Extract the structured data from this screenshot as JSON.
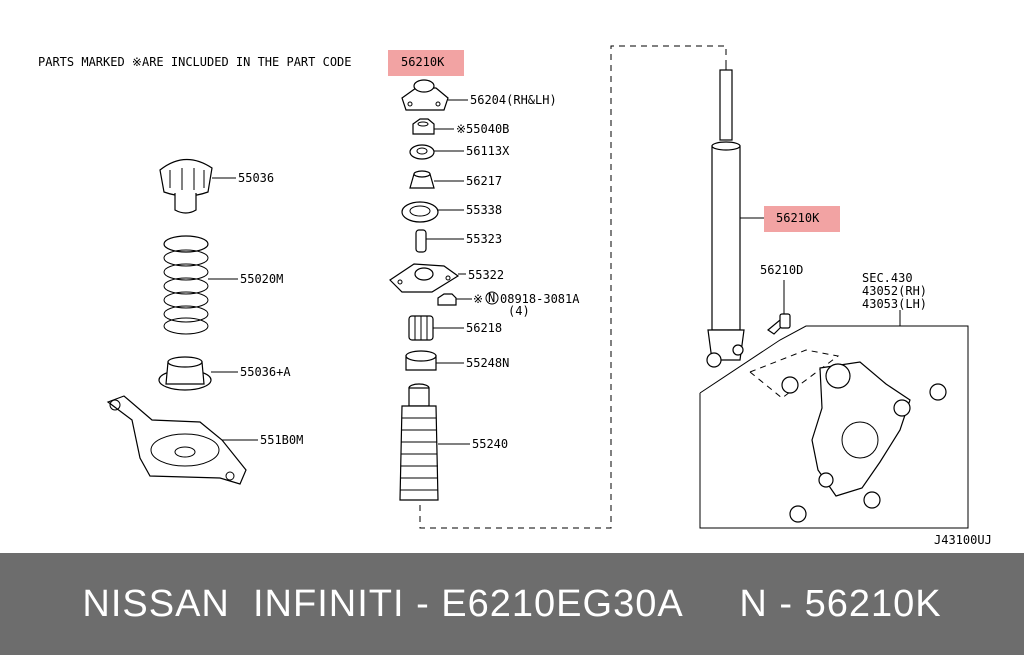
{
  "note": "PARTS MARKED ※ARE INCLUDED IN THE PART CODE",
  "note_code": "56210K",
  "labels": {
    "p56204": "56204(RH&LH)",
    "p55040B": "※55040B",
    "p56113X": "56113X",
    "p56217": "56217",
    "p55338": "55338",
    "p55323": "55323",
    "p55322": "55322",
    "p08918_mark": "※",
    "p08918_n": "N",
    "p08918": "08918-3081A",
    "p08918_qty": "(4)",
    "p56218": "56218",
    "p55248N": "55248N",
    "p55240": "55240",
    "p55036": "55036",
    "p55020M": "55020M",
    "p55036A": "55036+A",
    "p551B0M": "551B0M",
    "shock": "56210K",
    "p56210D": "56210D",
    "sec": "SEC.430",
    "sec_rh": "43052(RH)",
    "sec_lh": "43053(LH)",
    "diagram_id": "J43100UJ"
  },
  "footer": {
    "text": "NISSAN  INFINITI - E6210EG30A     N - 56210K"
  }
}
